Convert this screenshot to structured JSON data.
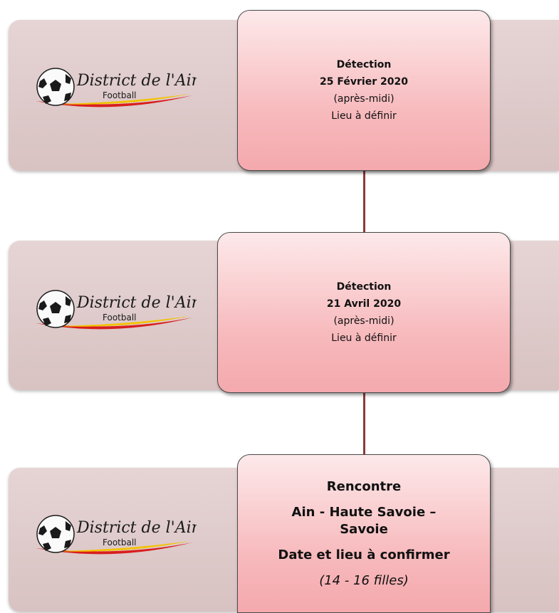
{
  "logo": {
    "line1": "District de l'Ain",
    "line2": "Football",
    "colors": {
      "red": "#d81e1e",
      "yellow": "#f2c200",
      "ink": "#1a1a1a"
    },
    "icon": "soccer-ball-icon"
  },
  "events": [
    {
      "lines": [
        "Détection",
        "25 Février 2020",
        "(après-midi)",
        "Lieu à définir"
      ]
    },
    {
      "lines": [
        "Détection",
        "21 Avril 2020",
        "(après-midi)",
        "Lieu à définir"
      ]
    },
    {
      "lines": [
        "Rencontre",
        "Ain - Haute Savoie –",
        "Savoie",
        "Date et lieu à confirmer",
        "(14 - 16 filles)"
      ]
    }
  ],
  "colors": {
    "band": "#e0cccc",
    "card_top": "#fde9ea",
    "card_bottom": "#f4a9ad",
    "connector": "#8e3a3a"
  }
}
